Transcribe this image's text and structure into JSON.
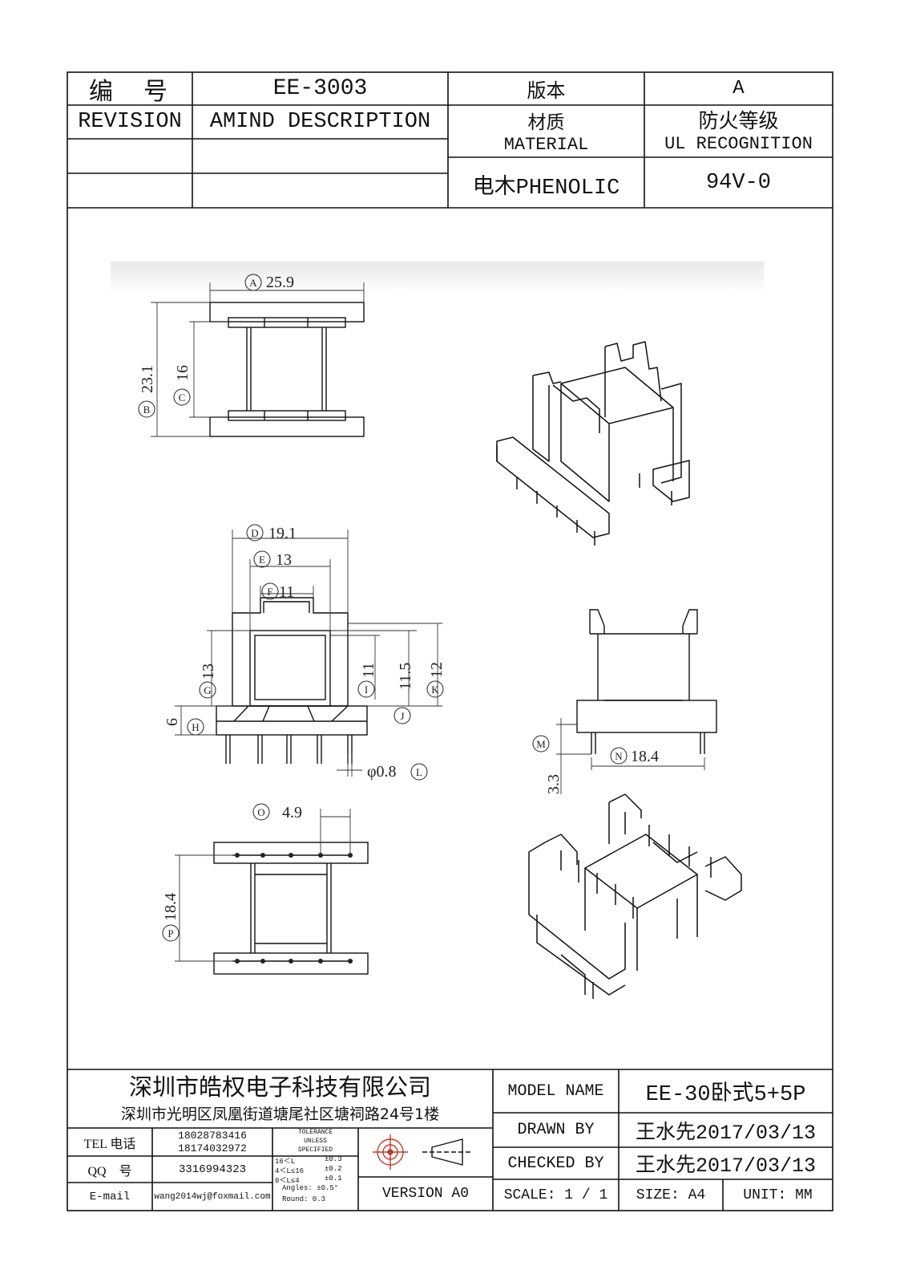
{
  "header": {
    "bianhao_label": "编　号",
    "part_number": "EE-3003",
    "version_label": "版本",
    "version_value": "A",
    "revision_label": "REVISION",
    "amind_label": "AMIND DESCRIPTION",
    "material_label_cn": "材质",
    "material_label_en": "MATERIAL",
    "ul_label_cn": "防火等级",
    "ul_label_en": "UL RECOGNITION",
    "material_value": "电木PHENOLIC",
    "ul_value": "94V-0"
  },
  "dimensions": {
    "A": {
      "letter": "A",
      "value": "25.9"
    },
    "B": {
      "letter": "B",
      "value": "23.1"
    },
    "C": {
      "letter": "C",
      "value": "16"
    },
    "D": {
      "letter": "D",
      "value": "19.1"
    },
    "E": {
      "letter": "E",
      "value": "13"
    },
    "F": {
      "letter": "F",
      "value": "11"
    },
    "G": {
      "letter": "G",
      "value": "13"
    },
    "H": {
      "letter": "H",
      "value": "6"
    },
    "I": {
      "letter": "I",
      "value": "11"
    },
    "J": {
      "letter": "J",
      "value": "11.5"
    },
    "K": {
      "letter": "K",
      "value": "12"
    },
    "L": {
      "letter": "L",
      "value": "φ0.8"
    },
    "M": {
      "letter": "M",
      "value": "3.3"
    },
    "N": {
      "letter": "N",
      "value": "18.4"
    },
    "O": {
      "letter": "O",
      "value": "4.9"
    },
    "P": {
      "letter": "P",
      "value": "18.4"
    }
  },
  "footer": {
    "company_name": "深圳市皓权电子科技有限公司",
    "company_address": "深圳市光明区凤凰街道塘尾社区塘祠路24号1楼",
    "tel_label": "TEL 电话",
    "tel_1": "18028783416",
    "tel_2": "18174032972",
    "qq_label": "QQ　号",
    "qq_value": "3316994323",
    "email_label": "E-mail",
    "email_value": "wang2014wj@foxmail.com",
    "tolerance_title_1": "TOLERANCE",
    "tolerance_title_2": "UNLESS",
    "tolerance_title_3": "SPECIFIED",
    "tol_row1_range": "16＜L",
    "tol_row1_value": "±0.3",
    "tol_row2_range": "4＜L≤16",
    "tol_row2_value": "±0.2",
    "tol_row3_range": "0＜L≤4",
    "tol_row3_value": "±0.1",
    "tol_angles": "Angles: ±0.5°",
    "tol_round": "Round: 0.3",
    "version_text": "VERSION A0",
    "model_label": "MODEL NAME",
    "model_value": "EE-30卧式5+5P",
    "drawn_label": "DRAWN BY",
    "drawn_value": "王水先2017/03/13",
    "checked_label": "CHECKED BY",
    "checked_value": "王水先2017/03/13",
    "scale_text": "SCALE: 1 / 1",
    "size_text": "SIZE: A4",
    "unit_text": "UNIT: MM"
  }
}
